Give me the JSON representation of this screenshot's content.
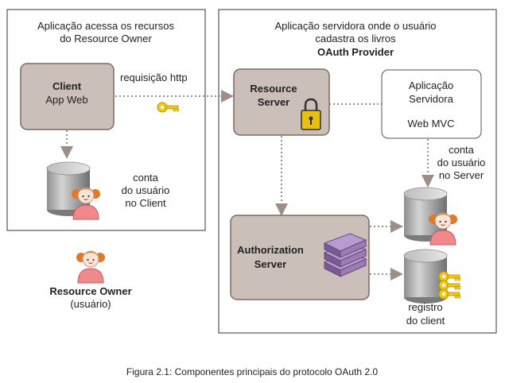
{
  "left_panel": {
    "title_line1": "Aplicação acessa os recursos",
    "title_line2": "do Resource Owner"
  },
  "right_panel": {
    "title_line1": "Aplicação servidora onde o usuário",
    "title_line2": "cadastra os livros",
    "title_line3": "OAuth Provider"
  },
  "client": {
    "name": "Client",
    "subtitle": "App Web"
  },
  "request_label": "requisição http",
  "resource_server": {
    "line1": "Resource",
    "line2": "Server"
  },
  "server_app": {
    "line1": "Aplicação",
    "line2": "Servidora",
    "line3": "Web MVC"
  },
  "client_account": {
    "line1": "conta",
    "line2": "do usuário",
    "line3": "no Client"
  },
  "server_account": {
    "line1": "conta",
    "line2": "do usuário",
    "line3": "no Server"
  },
  "authorization_server": {
    "line1": "Authorization",
    "line2": "Server"
  },
  "client_registry": {
    "line1": "registro",
    "line2": "do client"
  },
  "resource_owner": {
    "name": "Resource Owner",
    "subtitle": "(usuário)"
  },
  "caption": "Figura 2.1: Componentes principais do protocolo OAuth 2.0",
  "colors": {
    "box_fill": "#cbbfba",
    "box_border": "#7a6a65",
    "arrow": "#9e8e89",
    "key": "#f2c811",
    "lock": "#e8bf12",
    "server_stack": "#9b7bb0",
    "person_face": "#fde3d6",
    "person_hair": "#e07a2a",
    "person_body": "#f08a8a"
  }
}
